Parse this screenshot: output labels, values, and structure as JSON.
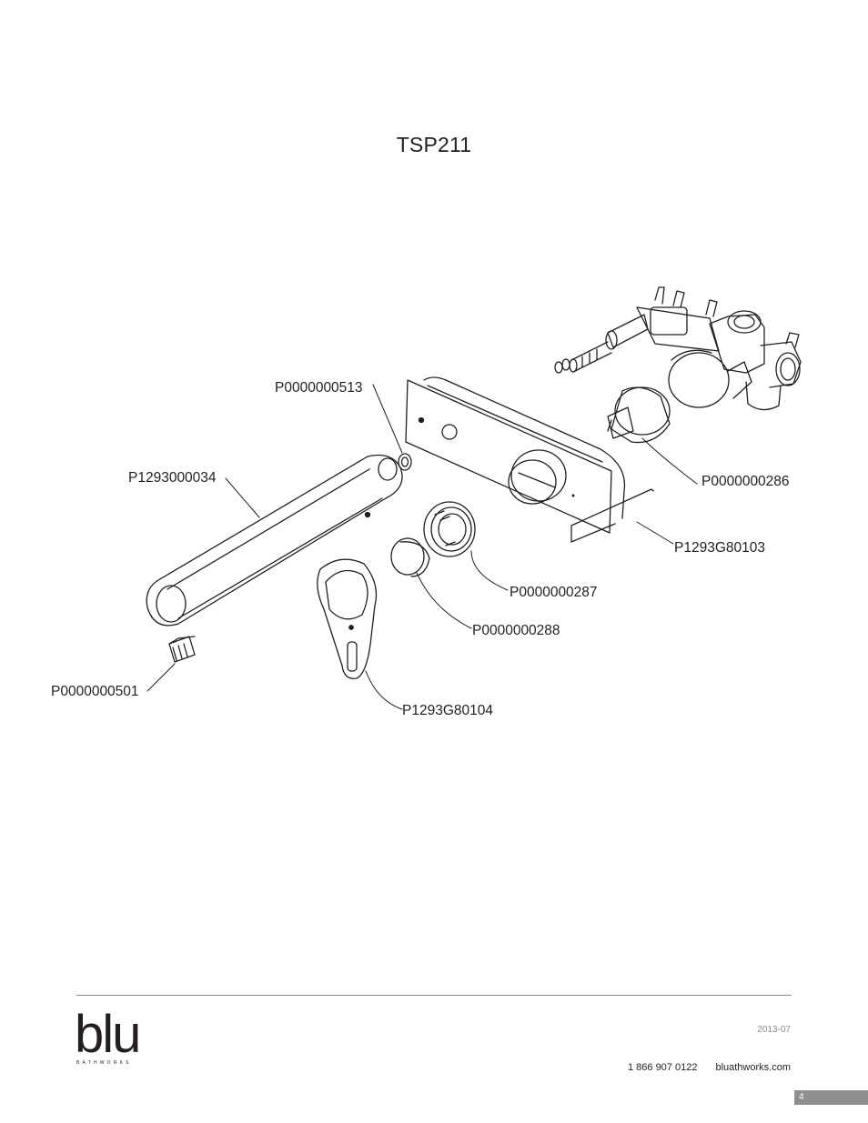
{
  "title": "TSP211",
  "parts": {
    "p513": "P0000000513",
    "p034": "P1293000034",
    "p286": "P0000000286",
    "p103": "P1293G80103",
    "p287": "P0000000287",
    "p288": "P0000000288",
    "p501": "P0000000501",
    "p104": "P1293G80104"
  },
  "footer": {
    "logo_text": "blu",
    "logo_sub": "BATHWORKS",
    "date": "2013-07",
    "phone": "1 866 907 0122",
    "website": "bluathworks.com",
    "page_number": "4"
  }
}
